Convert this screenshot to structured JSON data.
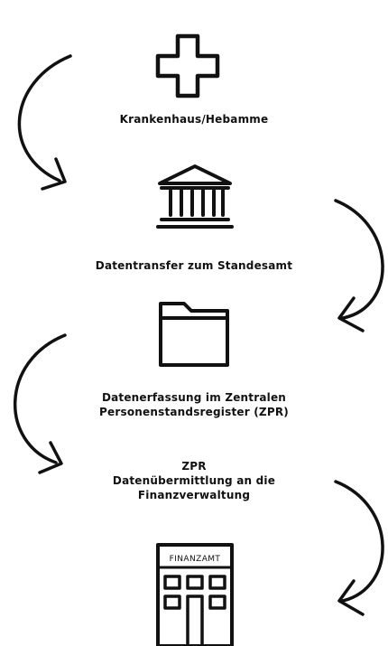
{
  "flow": {
    "steps": [
      {
        "icon": "cross-icon",
        "lines": [
          "Krankenhaus/Hebamme"
        ]
      },
      {
        "icon": "courthouse-icon",
        "lines": [
          "Datentransfer zum Standesamt"
        ]
      },
      {
        "icon": "folder-icon",
        "lines": [
          "Datenerfassung im Zentralen",
          "Personenstandsregister (ZPR)"
        ]
      },
      {
        "icon": null,
        "lines": [
          "ZPR",
          "Datenübermittlung an die",
          "Finanzverwaltung"
        ]
      },
      {
        "icon": "tax-office-building-icon",
        "sign": "FINANZAMT",
        "lines": []
      }
    ],
    "arrows": [
      {
        "name": "curved-arrow-left-1"
      },
      {
        "name": "curved-arrow-right-1"
      },
      {
        "name": "curved-arrow-left-2"
      },
      {
        "name": "curved-arrow-right-2"
      }
    ],
    "stroke_color": "#111111",
    "background": "#ffffff"
  }
}
